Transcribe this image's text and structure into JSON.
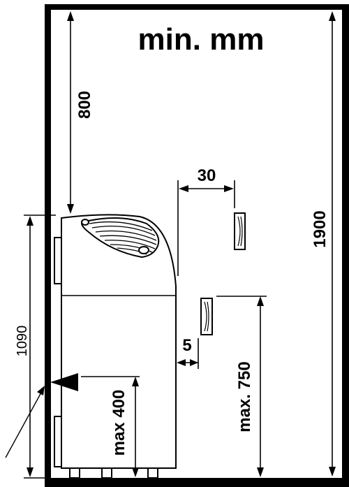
{
  "title": "min. mm",
  "dimensions": {
    "top_clearance": "800",
    "side_gap": "30",
    "total_height": "1900",
    "unit_height": "1090",
    "wall_gap": "5",
    "shelf_max": "max. 750",
    "outlet_max": "max 400"
  },
  "colors": {
    "ink": "#000000",
    "background": "#ffffff"
  }
}
